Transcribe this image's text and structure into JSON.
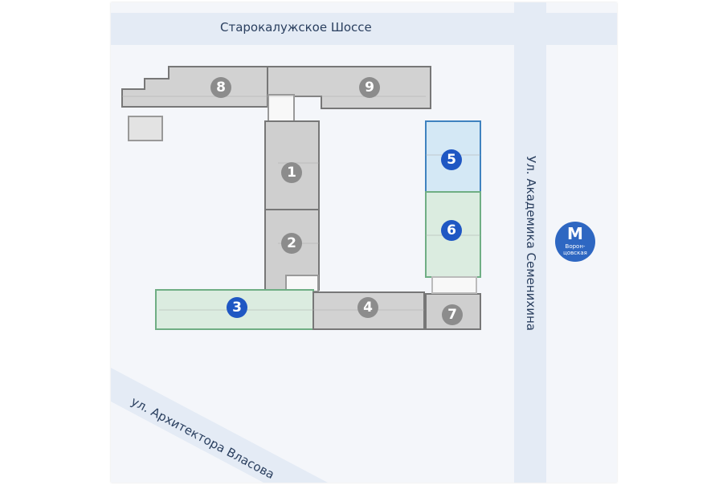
{
  "roads": {
    "top": "Старокалужское Шоссе",
    "right": "Ул. Академика Семенихина",
    "diagonal": "ул. Архитектора Власова"
  },
  "metro": {
    "icon": "metro-icon",
    "symbol": "М",
    "station": "Ворон-цовская",
    "line1": "Ворон-",
    "line2": "цовская",
    "color": "#2e67c2"
  },
  "sections": [
    {
      "number": "1",
      "status": "occupied",
      "color": "#8c8c8c"
    },
    {
      "number": "2",
      "status": "occupied",
      "color": "#8c8c8c"
    },
    {
      "number": "3",
      "status": "available",
      "color": "#1f57c3"
    },
    {
      "number": "4",
      "status": "occupied",
      "color": "#8c8c8c"
    },
    {
      "number": "5",
      "status": "available",
      "color": "#1f57c3"
    },
    {
      "number": "6",
      "status": "available",
      "color": "#1f57c3"
    },
    {
      "number": "7",
      "status": "occupied",
      "color": "#8c8c8c"
    },
    {
      "number": "8",
      "status": "occupied",
      "color": "#8c8c8c"
    },
    {
      "number": "9",
      "status": "occupied",
      "color": "#8c8c8c"
    }
  ]
}
